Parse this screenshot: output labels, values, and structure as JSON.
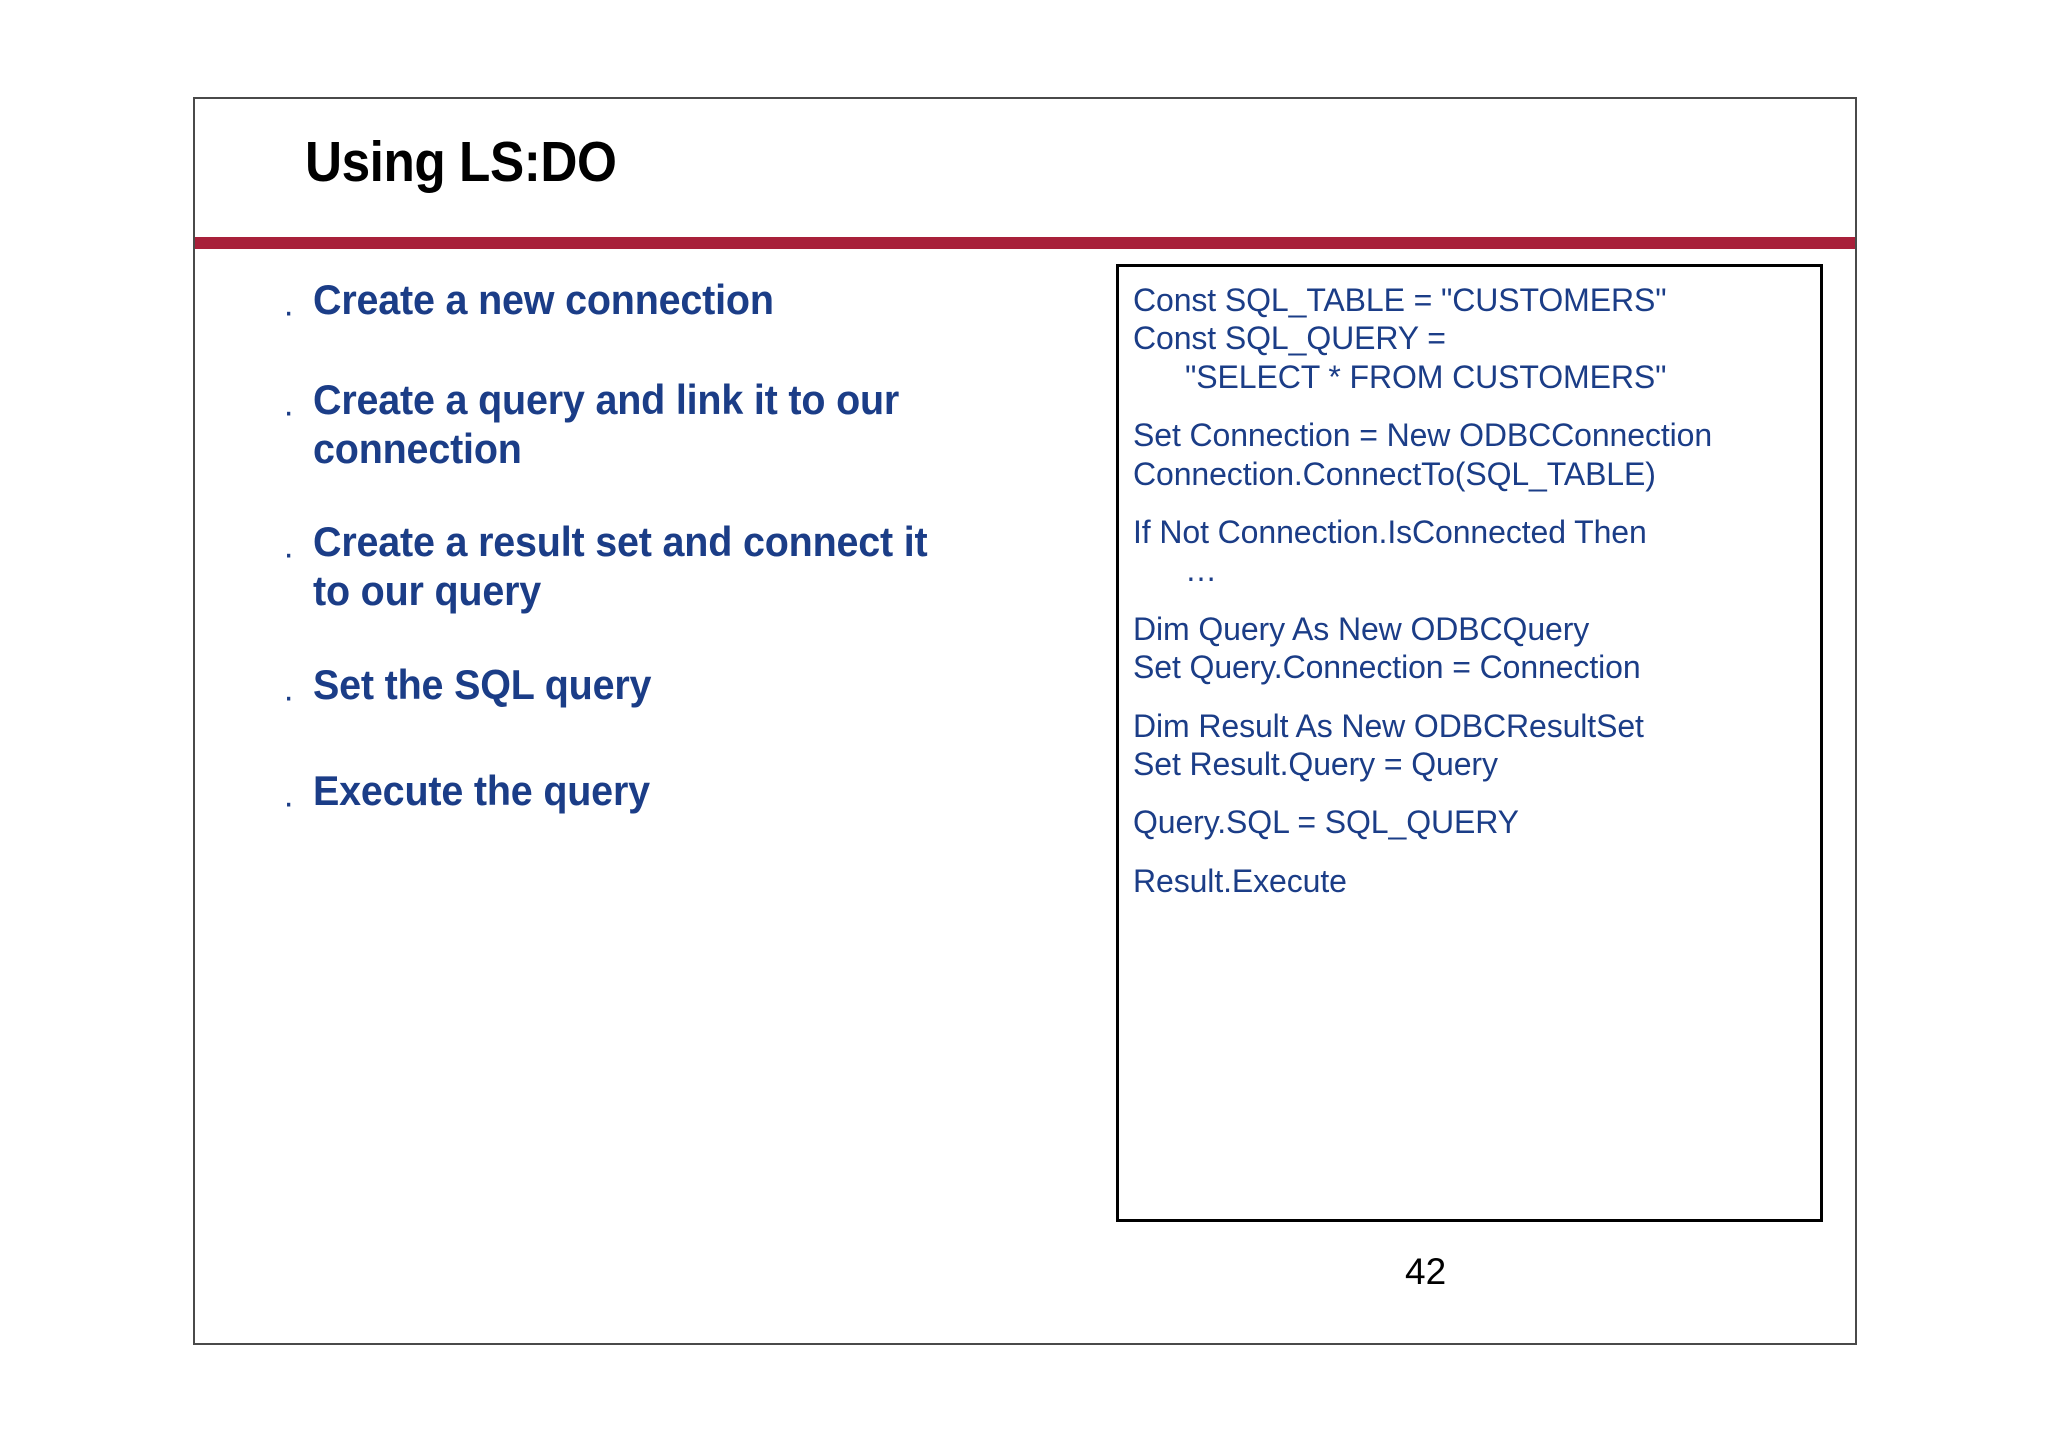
{
  "slide": {
    "title": "Using LS:DO",
    "page_number": "42",
    "accent_color": "#a8203a",
    "text_color": "#1b3d87",
    "title_color": "#000000"
  },
  "bullets": {
    "marker": "·",
    "items": [
      {
        "text": "Create a new connection"
      },
      {
        "text": "Create a query and link it to our connection"
      },
      {
        "text": "Create a result set and connect it to our query"
      },
      {
        "text": "Set the SQL query"
      },
      {
        "text": "Execute the query"
      }
    ]
  },
  "code": {
    "lines": [
      {
        "text": "Const SQL_TABLE = \"CUSTOMERS\"",
        "style": "normal"
      },
      {
        "text": "Const SQL_QUERY =",
        "style": "normal"
      },
      {
        "text": "\"SELECT * FROM CUSTOMERS\"",
        "style": "indent"
      },
      {
        "text": "",
        "style": "blank"
      },
      {
        "text": "Set Connection = New ODBCConnection",
        "style": "normal"
      },
      {
        "text": "Connection.ConnectTo(SQL_TABLE)",
        "style": "normal"
      },
      {
        "text": "",
        "style": "blank"
      },
      {
        "text": "If Not Connection.IsConnected Then",
        "style": "normal"
      },
      {
        "text": "…",
        "style": "ellipsis"
      },
      {
        "text": "",
        "style": "blank"
      },
      {
        "text": "Dim Query As New ODBCQuery",
        "style": "normal"
      },
      {
        "text": "Set Query.Connection = Connection",
        "style": "normal"
      },
      {
        "text": "",
        "style": "blank"
      },
      {
        "text": "Dim Result As New ODBCResultSet",
        "style": "normal"
      },
      {
        "text": "Set Result.Query = Query",
        "style": "normal"
      },
      {
        "text": "",
        "style": "blank"
      },
      {
        "text": "Query.SQL = SQL_QUERY",
        "style": "normal"
      },
      {
        "text": "",
        "style": "blank"
      },
      {
        "text": "Result.Execute",
        "style": "normal"
      }
    ]
  }
}
